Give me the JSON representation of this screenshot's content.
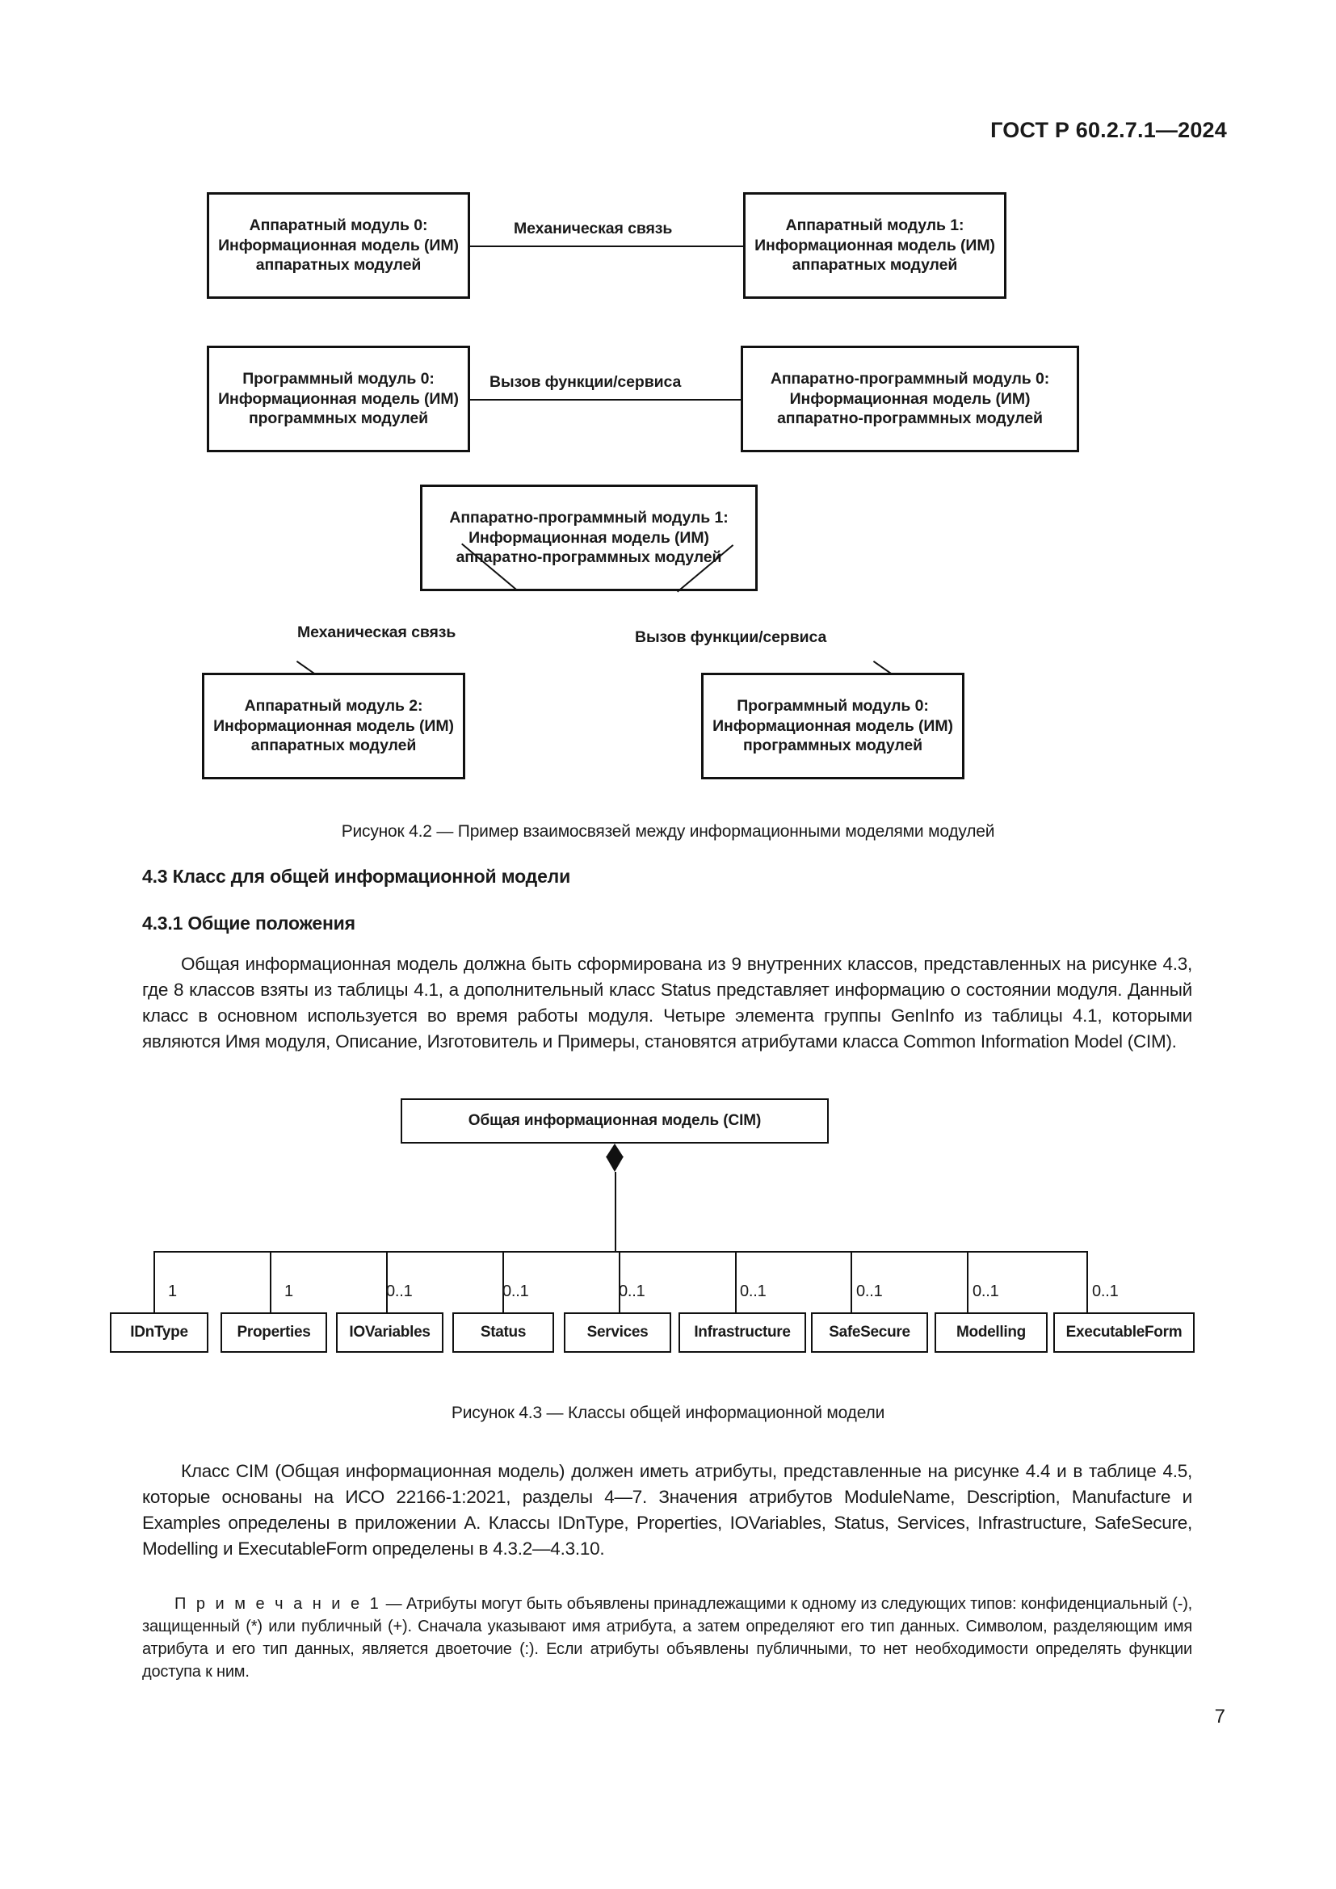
{
  "header": {
    "standard_id": "ГОСТ Р 60.2.7.1—2024"
  },
  "page_number": "7",
  "figure_4_2": {
    "caption": "Рисунок 4.2 — Пример взаимосвязей между информационными моделями модулей",
    "nodes": {
      "hw0": "Аппаратный модуль 0: Информационная модель (ИМ) аппаратных модулей",
      "hw1": "Аппаратный модуль 1: Информационная модель (ИМ) аппаратных модулей",
      "sw0": "Программный модуль 0: Информационная модель (ИМ) программных модулей",
      "hwsw0": "Аппаратно-программный модуль 0: Информационная модель (ИМ) аппаратно-программных модулей",
      "hwsw1": "Аппаратно-программный модуль 1: Информационная модель (ИМ) аппаратно-программных модулей",
      "hw2": "Аппаратный модуль 2: Информационная модель (ИМ) аппаратных модулей",
      "sw0b": "Программный модуль 0: Информационная модель (ИМ) программных модулей"
    },
    "edge_labels": {
      "mechanical_top": "Механическая связь",
      "service_call_middle": "Вызов функции/сервиса",
      "mechanical_bottom": "Механическая связь",
      "service_call_bottom": "Вызов функции/сервиса"
    }
  },
  "section_4_3": {
    "heading": "4.3 Класс для общей информационной модели",
    "subheading": "4.3.1 Общие положения",
    "paragraph_1": "Общая информационная модель должна быть сформирована из 9 внутренних классов, представленных на рисунке 4.3, где 8 классов взяты из таблицы 4.1, а дополнительный класс Status представляет информацию о состоянии модуля. Данный класс в основном используется во время работы модуля. Четыре элемента группы GenInfo из таблицы 4.1, которыми являются Имя модуля, Описание, Изготовитель и Примеры, становятся атрибутами класса Common Information Model (CIM).",
    "paragraph_2": "Класс CIM (Общая информационная модель) должен иметь атрибуты, представленные на рисунке 4.4 и в таблице 4.5, которые основаны на ИСО 22166-1:2021, разделы 4—7. Значения атрибутов ModuleName, Description, Manufacture и Examples определены в приложении А. Классы IDnType, Properties, IOVariables, Status, Services, Infrastructure, SafeSecure, Modelling и ExecutableForm определены в 4.3.2—4.3.10.",
    "note_label": "П р и м е ч а н и е  1",
    "note_dash": "—",
    "note_text": "Атрибуты могут быть объявлены принадлежащими к одному из следующих типов: конфиденциальный (-), защищенный (*) или публичный (+). Сначала указывают имя атрибута, а затем определяют его тип данных. Символом, разделяющим имя атрибута и его тип данных, является двоеточие (:). Если атрибуты объявлены публичными, то нет необходимости определять функции доступа к ним."
  },
  "figure_4_3": {
    "caption": "Рисунок 4.3 — Классы общей информационной модели",
    "root": "Общая информационная модель (CIM)",
    "leaves": [
      {
        "label": "IDnType",
        "multiplicity": "1"
      },
      {
        "label": "Properties",
        "multiplicity": "1"
      },
      {
        "label": "IOVariables",
        "multiplicity": "0..1"
      },
      {
        "label": "Status",
        "multiplicity": "0..1"
      },
      {
        "label": "Services",
        "multiplicity": "0..1"
      },
      {
        "label": "Infrastructure",
        "multiplicity": "0..1"
      },
      {
        "label": "SafeSecure",
        "multiplicity": "0..1"
      },
      {
        "label": "Modelling",
        "multiplicity": "0..1"
      },
      {
        "label": "ExecutableForm",
        "multiplicity": "0..1"
      }
    ]
  }
}
